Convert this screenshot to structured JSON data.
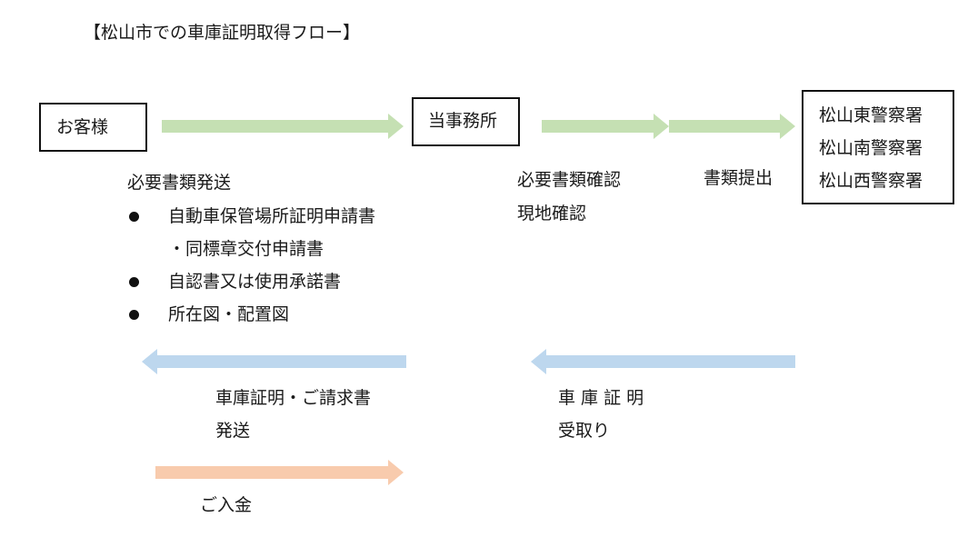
{
  "title": "【松山市での車庫証明取得フロー】",
  "colors": {
    "arrow_green": "#c5e0b3",
    "arrow_blue": "#bdd7ee",
    "arrow_orange": "#f8cbad",
    "border": "#111111"
  },
  "nodes": {
    "customer": "お客様",
    "office": "当事務所",
    "police": [
      "松山東警察署",
      "松山南警察署",
      "松山西警察署"
    ]
  },
  "step1": {
    "heading": "必要書類発送",
    "items": [
      {
        "line1": "自動車保管場所証明申請書",
        "line2": "・同標章交付申請書"
      },
      {
        "line1": "自認書又は使用承諾書"
      },
      {
        "line1": "所在図・配置図"
      }
    ]
  },
  "step2": {
    "line1": "必要書類確認",
    "line2": "現地確認"
  },
  "step3": {
    "label": "書類提出"
  },
  "return_police": {
    "line1": "車 庫 証 明",
    "line2": "受取り"
  },
  "return_office": {
    "line1": "車庫証明・ご請求書",
    "line2": "発送"
  },
  "payment": {
    "label": "ご入金"
  }
}
